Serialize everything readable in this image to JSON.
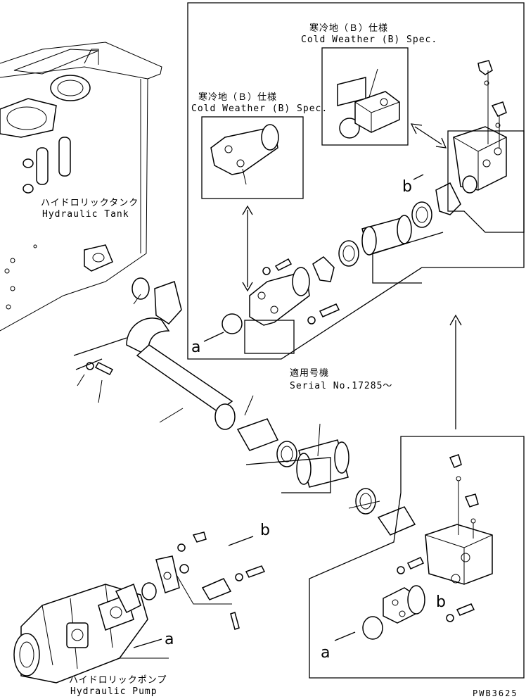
{
  "labels": {
    "hydraulic_tank_jp": "ハイドロリックタンク",
    "hydraulic_tank_en": "Hydraulic Tank",
    "hydraulic_pump_jp": "ハイドロリックポンプ",
    "hydraulic_pump_en": "Hydraulic Pump",
    "cold_weather_jp_1": "寒冷地（Ｂ）仕様",
    "cold_weather_en_1": "Cold Weather (B) Spec.",
    "cold_weather_jp_2": "寒冷地（Ｂ）仕様",
    "cold_weather_en_2": "Cold Weather (B) Spec.",
    "serial_jp": "適用号機",
    "serial_en": "Serial No.17285～",
    "ref_a": "a",
    "ref_b": "b",
    "drawing_code": "PWB3625"
  }
}
